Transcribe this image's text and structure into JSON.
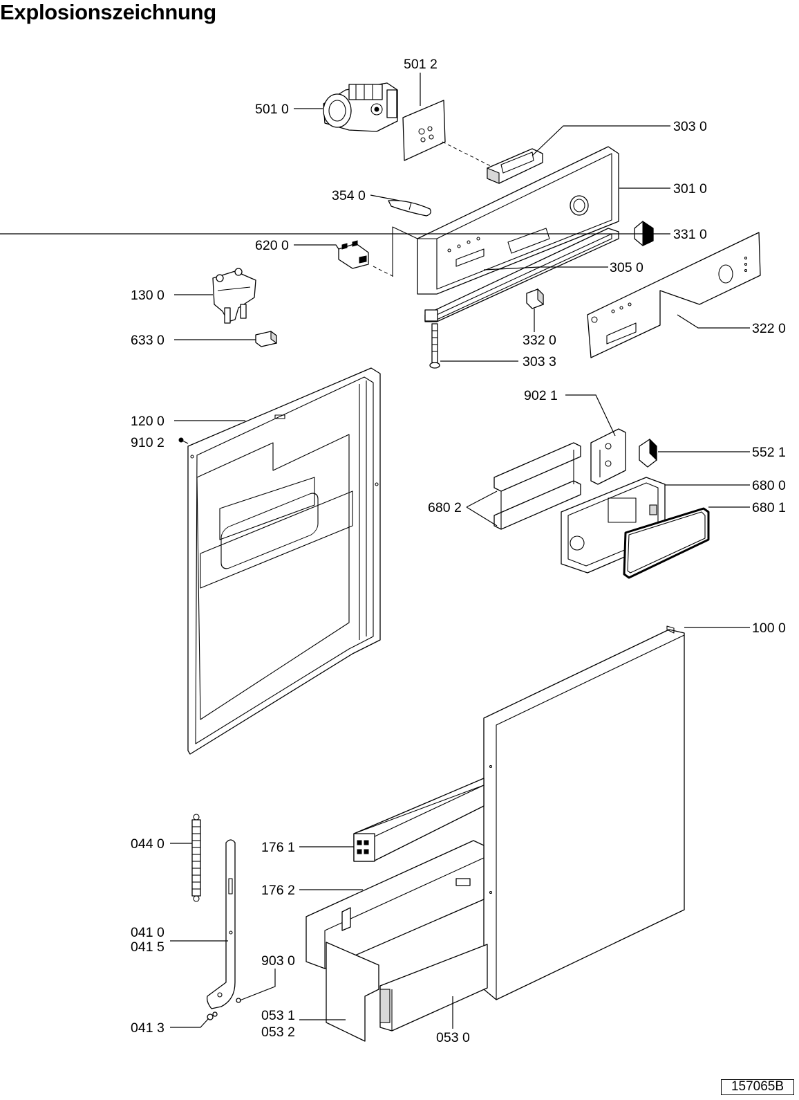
{
  "title": "Explosionszeichnung",
  "document_id": "157065B",
  "parts": {
    "p5012": "501 2",
    "p5010": "501 0",
    "p3030": "303 0",
    "p3010": "301 0",
    "p3540": "354 0",
    "p3310": "331 0",
    "p6200": "620 0",
    "p3050": "305 0",
    "p1300": "130 0",
    "p3320": "332 0",
    "p3220": "322 0",
    "p6330": "633 0",
    "p3033": "303 3",
    "p9021": "902 1",
    "p1200": "120 0",
    "p9102": "910 2",
    "p5521": "552 1",
    "p6800": "680 0",
    "p6802": "680 2",
    "p6801": "680 1",
    "p1000": "100 0",
    "p0440": "044 0",
    "p1761": "176 1",
    "p1762": "176 2",
    "p0410": "041 0",
    "p0415": "041 5",
    "p9030": "903 0",
    "p0531": "053 1",
    "p0532": "053 2",
    "p0530": "053 0",
    "p0413": "041 3"
  }
}
